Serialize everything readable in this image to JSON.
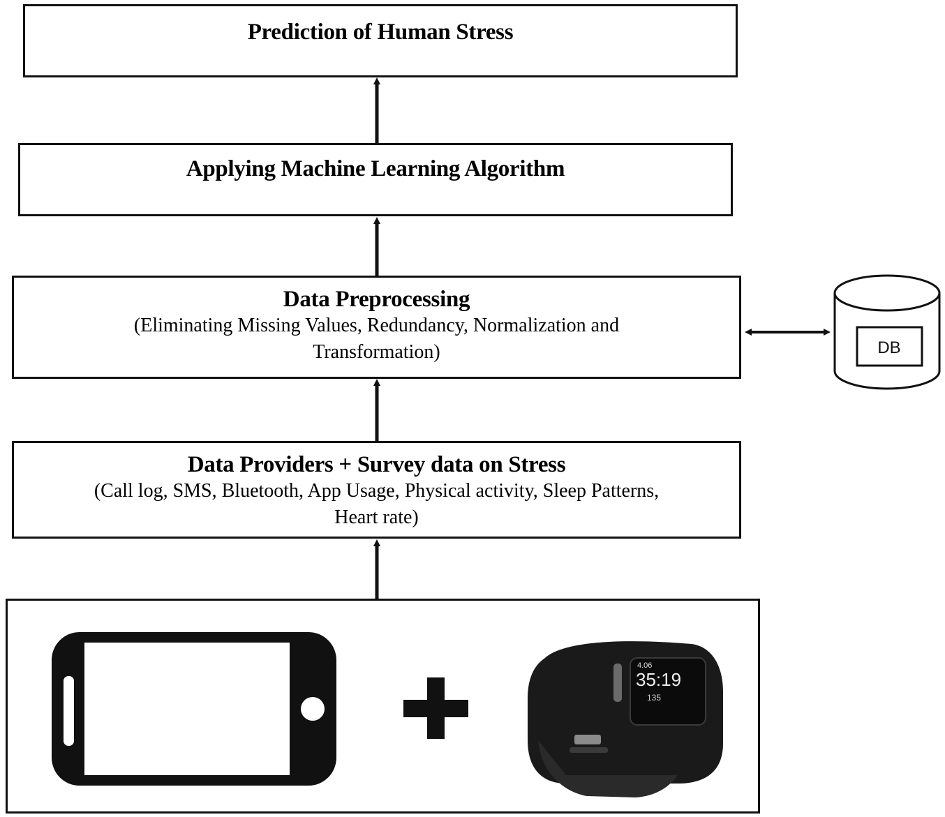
{
  "boxes": {
    "prediction": {
      "title": "Prediction of Human Stress"
    },
    "ml": {
      "title": "Applying Machine Learning Algorithm"
    },
    "preprocessing": {
      "title": "Data Preprocessing",
      "detail_line1": "(Eliminating Missing Values, Redundancy, Normalization and",
      "detail_line2": "Transformation)"
    },
    "providers": {
      "title": "Data Providers + Survey data on Stress",
      "detail_line1": "(Call log, SMS, Bluetooth, App Usage, Physical activity, Sleep Patterns,",
      "detail_line2": "Heart rate)"
    }
  },
  "database": {
    "label": "DB"
  },
  "devices": {
    "smartwatch": {
      "time": "35:19",
      "top_readout": "4.06",
      "bottom_readout": "135"
    },
    "icons": [
      "smartphone-icon",
      "plus-icon",
      "smartwatch-icon"
    ]
  }
}
